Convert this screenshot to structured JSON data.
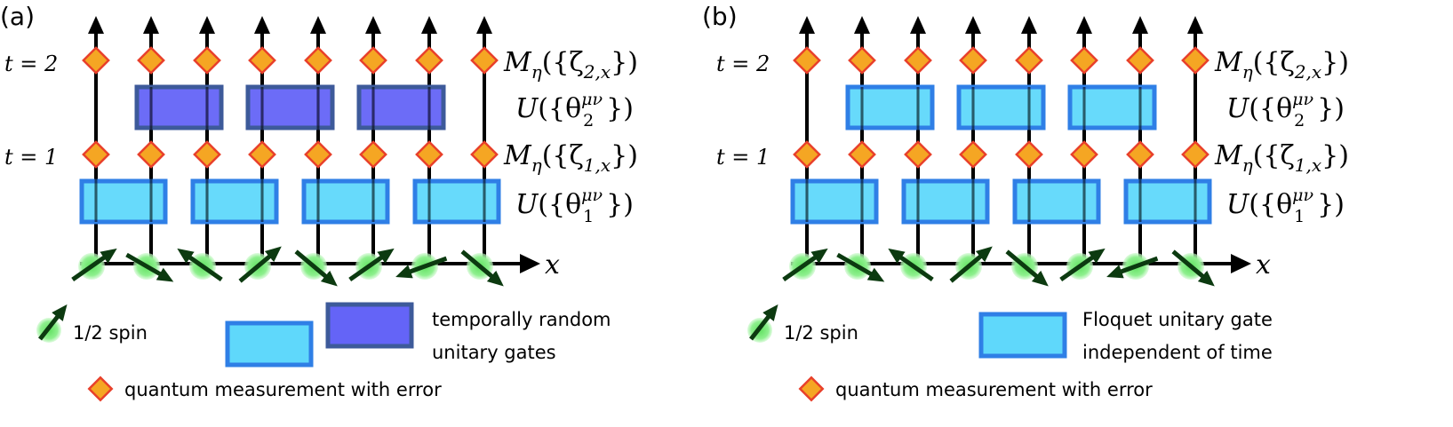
{
  "colors": {
    "wire": "#000000",
    "floquet_fill": "#5fd8fb",
    "floquet_stroke": "#2f7fe6",
    "random_fill": "#6464f7",
    "random_stroke": "#3d5a9a",
    "measure_fill": "#f5a623",
    "measure_stroke": "#e8402b",
    "spin_ball": "#7fe87f",
    "spin_arrow": "#0c3a10"
  },
  "panels": [
    {
      "label": "(a)",
      "time_labels": {
        "t2": "t = 2",
        "t1": "t = 1"
      },
      "row_labels": {
        "m2": {
          "sym": "M",
          "sub": "η",
          "open": "({ζ",
          "inner": "2,x",
          "close": "})"
        },
        "u2": {
          "sym": "U",
          "open": "({θ",
          "sup": "μν",
          "sub": "2",
          "close": "})"
        },
        "m1": {
          "sym": "M",
          "sub": "η",
          "open": "({ζ",
          "inner": "1,x",
          "close": "})"
        },
        "u1": {
          "sym": "U",
          "open": "({θ",
          "sup": "μν",
          "sub": "1",
          "close": "})"
        }
      },
      "axis_label": "x",
      "spin_angles_deg": [
        35,
        -30,
        145,
        40,
        -40,
        35,
        200,
        -40
      ],
      "gate2_style": "random",
      "legend": {
        "spin_text": "1/2 spin",
        "gate_text_line1": "temporally random",
        "gate_text_line2": "unitary gates",
        "measure_text": "quantum measurement with error",
        "show_both_gate_swatches": true
      }
    },
    {
      "label": "(b)",
      "time_labels": {
        "t2": "t = 2",
        "t1": "t = 1"
      },
      "row_labels": {
        "m2": {
          "sym": "M",
          "sub": "η",
          "open": "({ζ",
          "inner": "2,x",
          "close": "})"
        },
        "u2": {
          "sym": "U",
          "open": "({θ",
          "sup": "μν",
          "sub": "2",
          "close": "})"
        },
        "m1": {
          "sym": "M",
          "sub": "η",
          "open": "({ζ",
          "inner": "1,x",
          "close": "})"
        },
        "u1": {
          "sym": "U",
          "open": "({θ",
          "sup": "μν",
          "sub": "1",
          "close": "})"
        }
      },
      "axis_label": "x",
      "spin_angles_deg": [
        35,
        -30,
        145,
        40,
        -40,
        35,
        200,
        -40
      ],
      "gate2_style": "floquet",
      "legend": {
        "spin_text": "1/2 spin",
        "gate_text_line1": "Floquet unitary gate",
        "gate_text_line2": "independent of time",
        "measure_text": "quantum measurement with error",
        "show_both_gate_swatches": false
      }
    }
  ]
}
